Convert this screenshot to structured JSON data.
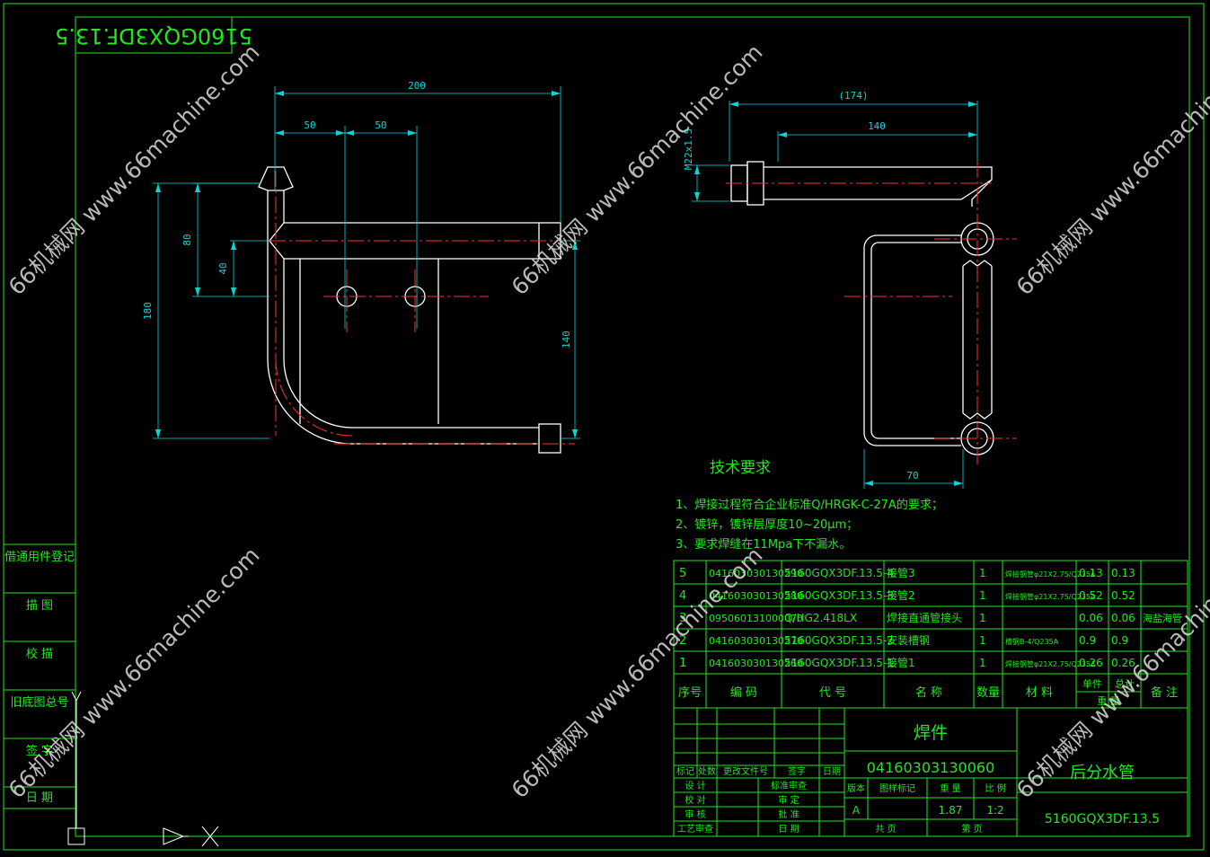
{
  "drawing": {
    "code_stamp": "5160GQX3DF.13.5",
    "watermark": "66机械网 www.66machine.com",
    "dimensions": {
      "front_width": "200",
      "front_hole_gap_1": "50",
      "front_hole_gap_2": "50",
      "front_height": "180",
      "front_upper": "80",
      "front_mid": "40",
      "front_right": "140",
      "side_overall": "(174)",
      "side_tube": "140",
      "side_thread": "M22x1.5",
      "side_bottom": "70"
    },
    "tech_requirements": {
      "title": "技术要求",
      "items": [
        "1、焊接过程符合企业标准Q/HRGK-C-27A的要求；",
        "2、镀锌，镀锌层厚度10~20μm；",
        "3、要求焊缝在11Mpa下不漏水。"
      ]
    },
    "left_strip": {
      "items": [
        "借通用件登记",
        "描 图",
        "校 描",
        "旧底图总号",
        "签 字",
        "日 期"
      ]
    },
    "bom": {
      "header": {
        "seq": "序号",
        "code": "编 码",
        "drawing_no": "代 号",
        "name": "名 称",
        "qty": "数量",
        "material": "材 料",
        "unit_label": "单件",
        "total_label": "总计",
        "weight_label": "重 量",
        "remark": "备 注"
      },
      "rows": [
        {
          "seq": "5",
          "code": "041603030130290",
          "drawing_no": "5160GQX3DF.13.5-4",
          "name": "接管3",
          "qty": "1",
          "material": "焊接钢管φ21X2.75/Q235A",
          "unit": "0.13",
          "total": "0.13",
          "remark": ""
        },
        {
          "seq": "4",
          "code": "041603030130280",
          "drawing_no": "5160GQX3DF.13.5-3",
          "name": "接管2",
          "qty": "1",
          "material": "焊接钢管φ21X2.75/Q235A",
          "unit": "0.52",
          "total": "0.52",
          "remark": ""
        },
        {
          "seq": "3",
          "code": "095060131000070",
          "drawing_no": "Q/HG2.418LX",
          "name": "焊接直通管接头",
          "qty": "1",
          "material": "",
          "unit": "0.06",
          "total": "0.06",
          "remark": "海盐海管"
        },
        {
          "seq": "2",
          "code": "041603030130270",
          "drawing_no": "5160GQX3DF.13.5-2",
          "name": "安装槽钢",
          "qty": "1",
          "material": "槽钢B-4/Q235A",
          "unit": "0.9",
          "total": "0.9",
          "remark": ""
        },
        {
          "seq": "1",
          "code": "041603030130260",
          "drawing_no": "5160GQX3DF.13.5-1",
          "name": "接管1",
          "qty": "1",
          "material": "焊接钢管φ21X2.75/Q235A",
          "unit": "0.26",
          "total": "0.26",
          "remark": ""
        }
      ]
    },
    "title_block": {
      "rev_headers": [
        "标记",
        "处数",
        "更改文件号",
        "签字",
        "日期"
      ],
      "sign_left": [
        "设 计",
        "审 核",
        "工艺审查"
      ],
      "sign_left2": [
        "校 对"
      ],
      "sign_mid": [
        "标准审查",
        "审 定",
        "批 准",
        "日 期"
      ],
      "stage_headers": [
        "版本",
        "图样标记",
        "重 量",
        "比 例"
      ],
      "version": "A",
      "weight": "1.87",
      "scale": "1:2",
      "sheets_total": "共 页",
      "sheet_no": "第 页",
      "part_type": "焊件",
      "part_code": "04160303130060",
      "part_name": "后分水管",
      "drawing_number": "5160GQX3DF.13.5"
    }
  }
}
